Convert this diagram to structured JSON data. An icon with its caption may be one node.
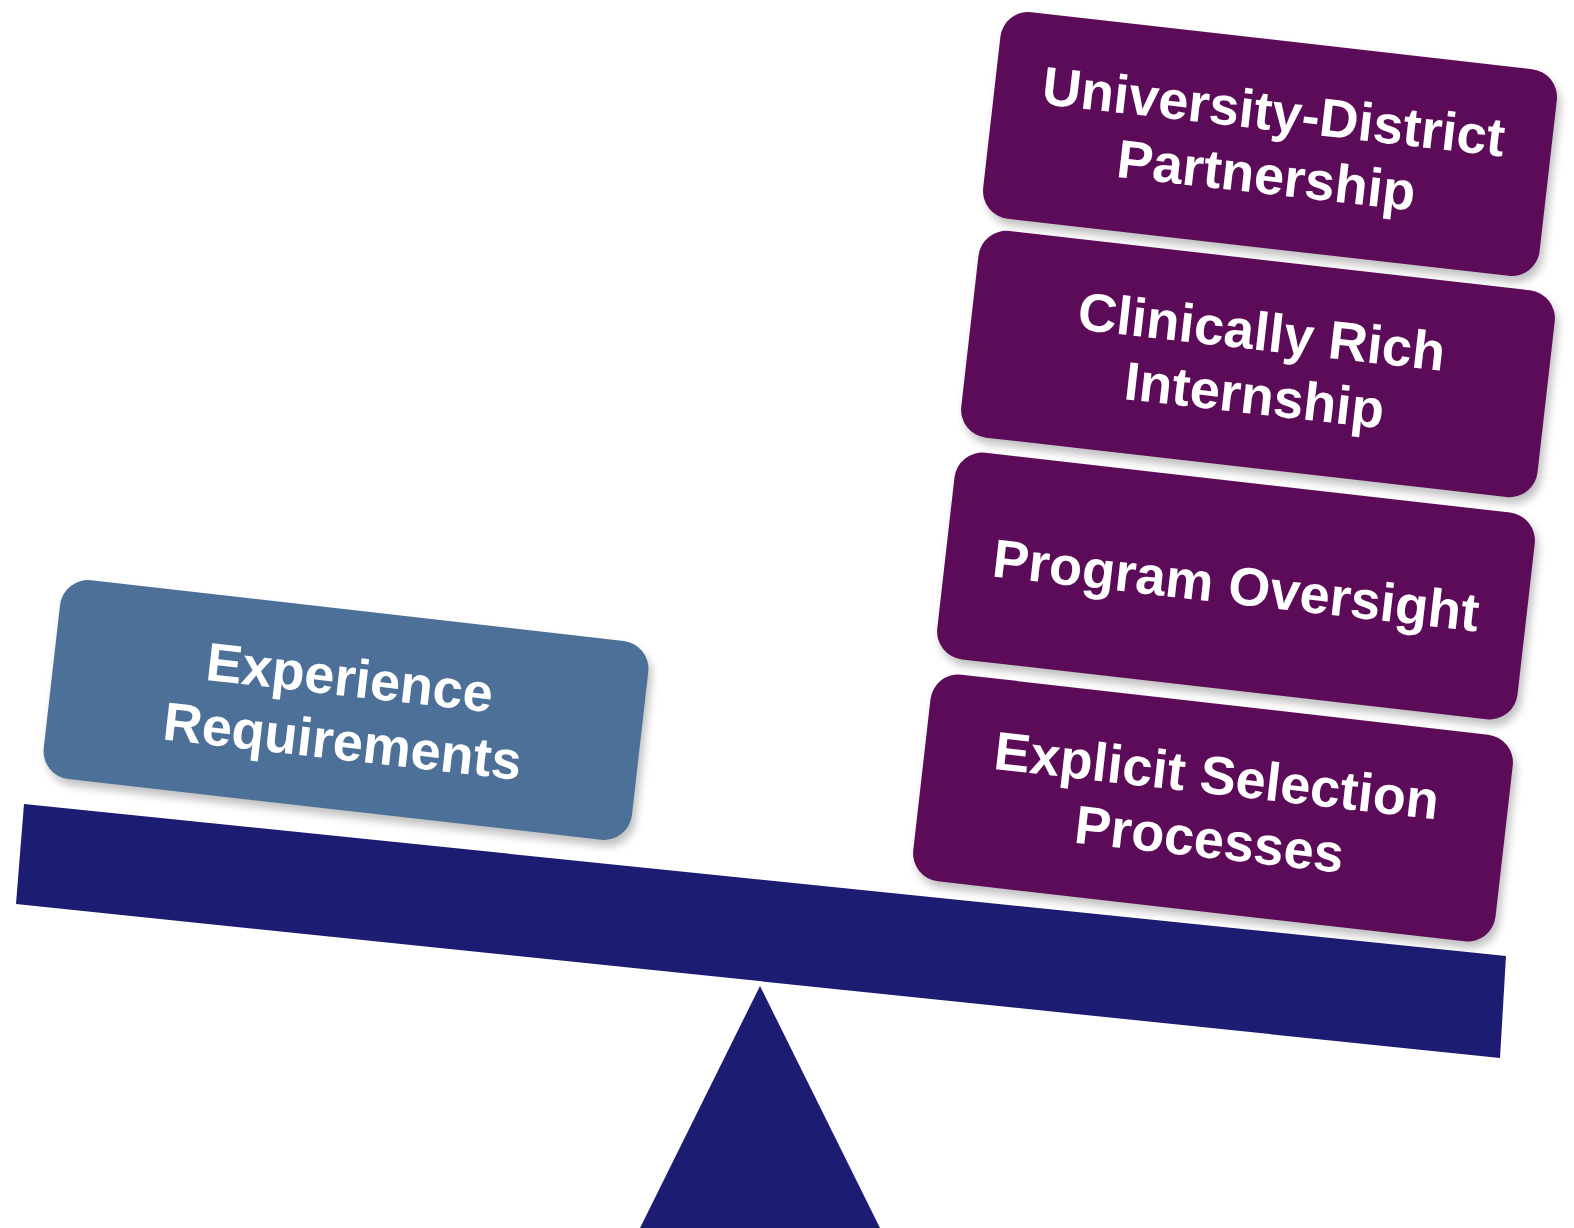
{
  "diagram": {
    "nodes": [
      {
        "text": [
          "Experience Requirements"
        ]
      },
      {
        "text": [
          "University-District Partnership"
        ]
      },
      {
        "text": [
          "Clinically Rich Internship"
        ]
      },
      {
        "text": [
          "Program Oversight"
        ]
      },
      {
        "text": [
          "Explicit Selection Processes"
        ]
      }
    ]
  }
}
